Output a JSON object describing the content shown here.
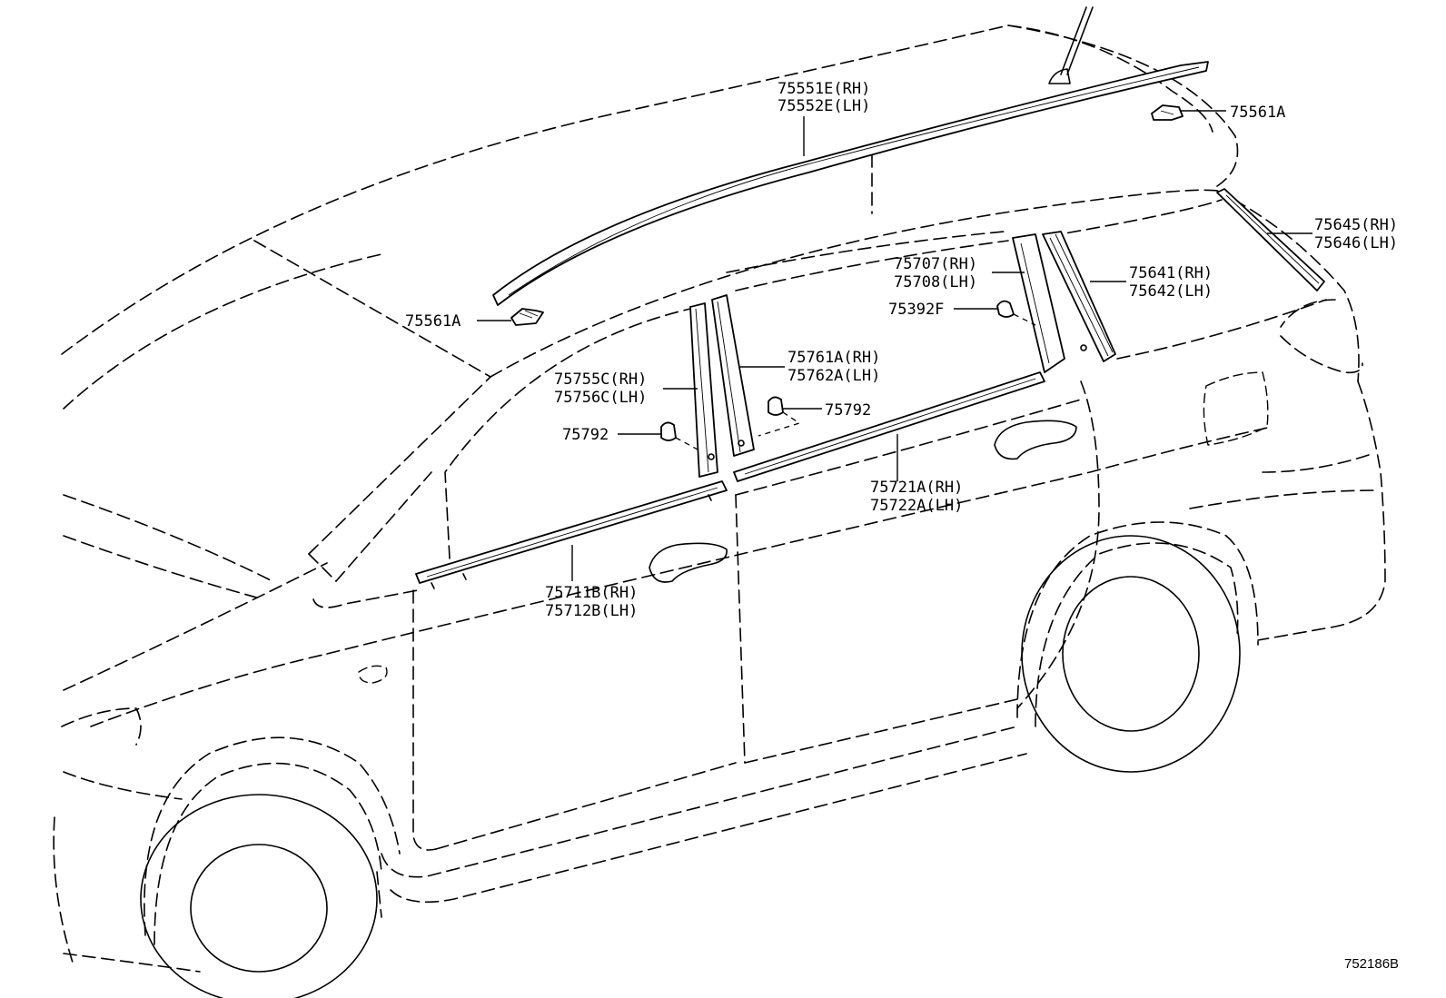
{
  "labels": {
    "roof_rack_rh": "75551E(RH)",
    "roof_rack_lh": "75552E(LH)",
    "clip_rear": "75561A",
    "clip_front": "75561A",
    "quarter_trim_rh": "75645(RH)",
    "quarter_trim_lh": "75646(LH)",
    "rear_door_pillar_rear_rh": "75707(RH)",
    "rear_door_pillar_rear_lh": "75708(LH)",
    "quarter_pillar_rh": "75641(RH)",
    "quarter_pillar_lh": "75642(LH)",
    "clip_rear_pillar": "75392F",
    "rear_door_pillar_front_rh": "75761A(RH)",
    "rear_door_pillar_front_lh": "75762A(LH)",
    "front_door_pillar_rh": "75755C(RH)",
    "front_door_pillar_lh": "75756C(LH)",
    "clip_front_pillar": "75792",
    "clip_center_pillar": "75792",
    "rear_door_belt_rh": "75721A(RH)",
    "rear_door_belt_lh": "75722A(LH)",
    "front_door_belt_rh": "75711B(RH)",
    "front_door_belt_lh": "75712B(LH)"
  },
  "figure_number": "752186B"
}
